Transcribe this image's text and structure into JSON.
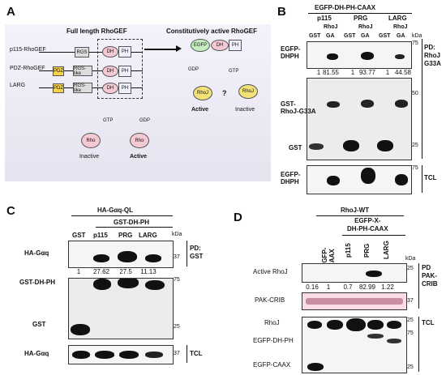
{
  "panelA": {
    "letter": "A",
    "full_title": "Full length RhoGEF",
    "active_title": "Constitutively active RhoGEF",
    "rows": [
      "p115-RhoGEF",
      "PDZ-RhoGEF",
      "LARG"
    ],
    "rgs": "RGS",
    "rgs_like": "RGS-like",
    "pdz": "PDZ",
    "dh": "DH",
    "ph": "PH",
    "egfp": "EGFP",
    "gtp": "GTP",
    "gdp": "GDP",
    "rho": "Rho",
    "rhoj": "RhoJ",
    "q": "?",
    "active": "Active",
    "inactive": "Inactive"
  },
  "panelB": {
    "letter": "B",
    "header": "EGFP-DH-PH-CAAX",
    "groups": [
      "p115",
      "PRG",
      "LARG"
    ],
    "rhoj": "RhoJ",
    "lanes": [
      "GST",
      "GA",
      "GST",
      "GA",
      "GST",
      "GA"
    ],
    "kda": "kDa",
    "row_labels": {
      "egfp_dhph": "EGFP-\nDHPH",
      "gst_rhoj": "GST-\nRhoJ-G33A",
      "gst": "GST",
      "egfp_dhph2": "EGFP-\nDHPH"
    },
    "quant": [
      "1",
      "81.55",
      "1",
      "93.77",
      "1",
      "44.58"
    ],
    "pd": "PD:\nRhoJ\nG33A",
    "tcl": "TCL",
    "markers": [
      "75",
      "50",
      "25",
      "75"
    ]
  },
  "panelC": {
    "letter": "C",
    "header": "HA-Gαq-QL",
    "subheader": "GST-DH-PH",
    "lanes": [
      "GST",
      "p115",
      "PRG",
      "LARG"
    ],
    "kda": "kDa",
    "row_labels": {
      "ha": "HA-Gαq",
      "gst_dhph": "GST-DH-PH",
      "gst": "GST",
      "ha2": "HA-Gαq"
    },
    "quant": [
      "1",
      "27.62",
      "27.5",
      "11.13"
    ],
    "pd": "PD:\nGST",
    "tcl": "TCL",
    "markers": [
      "37",
      "75",
      "25",
      "37"
    ]
  },
  "panelD": {
    "letter": "D",
    "header": "RhoJ-WT",
    "subheader": "EGFP-X-\nDH-PH-CAAX",
    "lanes": [
      "EGFP-\nCAAX",
      "p115",
      "PRG",
      "LARG"
    ],
    "kda": "kDa",
    "row_labels": {
      "active": "Active RhoJ",
      "crib": "PAK-CRIB",
      "rhoj": "RhoJ",
      "egfp_dhph": "EGFP-DH-PH",
      "egfp_caax": "EGFP-CAAX"
    },
    "quant": [
      "0.16",
      "1",
      "0.7",
      "82.99",
      "1.22"
    ],
    "pd": "PD\nPAK-\nCRIB",
    "tcl": "TCL",
    "markers": [
      "25",
      "37",
      "25",
      "75",
      "25"
    ]
  }
}
